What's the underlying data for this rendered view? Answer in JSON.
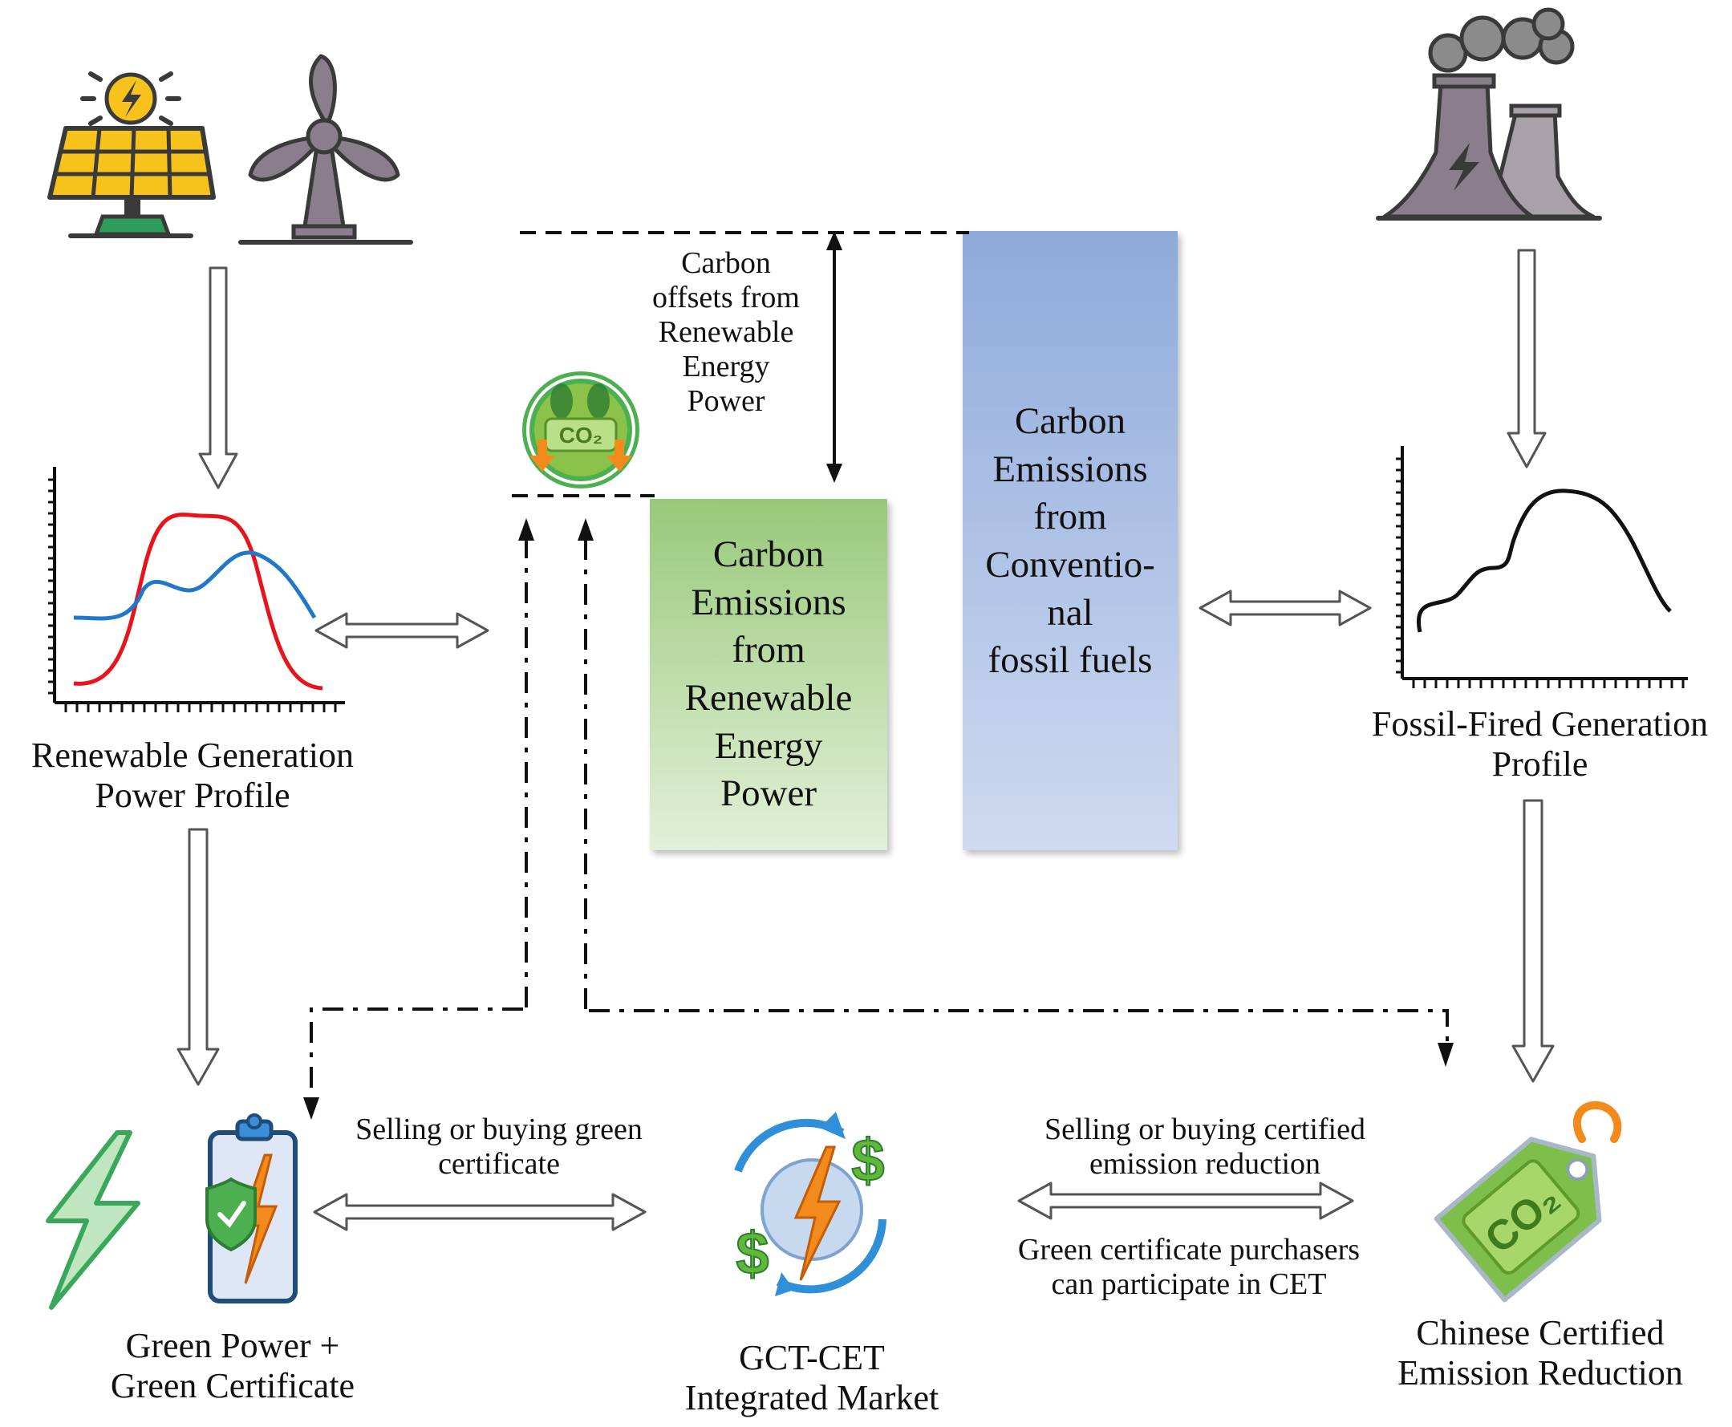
{
  "labels": {
    "offsets": "Carbon\noffsets from\nRenewable\nEnergy\nPower",
    "renewable_box": "Carbon\nEmissions\nfrom\nRenewable\nEnergy\nPower",
    "fossil_box": "Carbon\nEmissions\nfrom\nConventio-\nnal\nfossil fuels",
    "renewable_profile": "Renewable Generation\nPower Profile",
    "fossil_profile": "Fossil-Fired Generation\nProfile",
    "green_cert": "Green Power +\nGreen Certificate",
    "market": "GCT-CET\nIntegrated Market",
    "ccer": "Chinese Certified\nEmission Reduction",
    "sell_green": "Selling or buying green\ncertificate",
    "sell_ccer": "Selling or buying certified\nemission reduction",
    "purchasers": "Green certificate purchasers\ncan participate in CET"
  },
  "icons": {
    "co2_footprint_badge": "CO₂",
    "co2_tag": "CO₂",
    "currency": "$"
  },
  "colors": {
    "renewable_box": "#a9d18e",
    "fossil_box": "#8faadc",
    "renewable_curve": "#e8141b",
    "demand_curve": "#1f78c8",
    "solar_yellow": "#f7c21b",
    "bolt_orange": "#f28b1c",
    "turbine_gray": "#8b7e8c",
    "badge_green": "#4caf50",
    "tag_green": "#7dbf4a"
  }
}
